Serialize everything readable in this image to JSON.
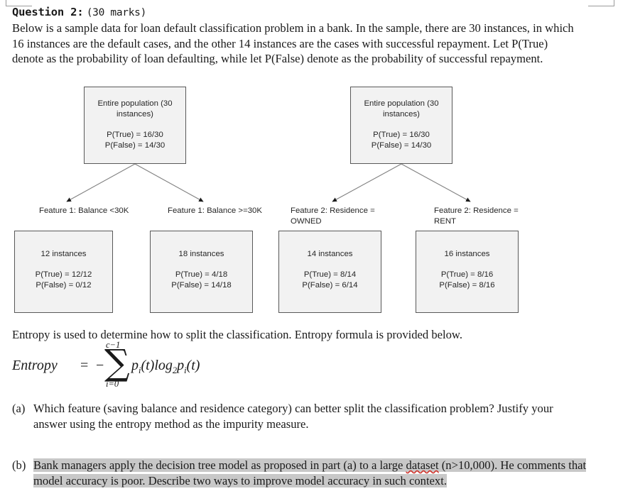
{
  "question": {
    "label": "Question 2:",
    "marks": "(30 marks)",
    "intro": "Below is a sample data for loan default classification problem in a bank. In the sample, there are 30 instances, in which 16 instances are the default cases, and the other 14 instances are the cases with successful repayment. Let P(True) denote as the probability of loan defaulting, while let P(False) denote as the probability of successful repayment."
  },
  "diagram": {
    "trees": [
      {
        "root": {
          "title": "Entire population (30 instances)",
          "p_true": "P(True) = 16/30",
          "p_false": "P(False) = 14/30"
        },
        "branches": [
          {
            "feature_label": "Feature 1: Balance <30K",
            "instances": "12 instances",
            "p_true": "P(True) = 12/12",
            "p_false": "P(False) = 0/12"
          },
          {
            "feature_label": "Feature 1: Balance >=30K",
            "instances": "18 instances",
            "p_true": "P(True) = 4/18",
            "p_false": "P(False) = 14/18"
          }
        ]
      },
      {
        "root": {
          "title": "Entire population (30 instances)",
          "p_true": "P(True) = 16/30",
          "p_false": "P(False) = 14/30"
        },
        "branches": [
          {
            "feature_label": "Feature 2: Residence = OWNED",
            "instances": "14 instances",
            "p_true": "P(True) = 8/14",
            "p_false": "P(False) = 6/14"
          },
          {
            "feature_label": "Feature 2: Residence = RENT",
            "instances": "16 instances",
            "p_true": "P(True) = 8/16",
            "p_false": "P(False) = 8/16"
          }
        ]
      }
    ]
  },
  "entropy": {
    "intro": "Entropy is used to determine how to split the classification. Entropy formula is provided below.",
    "formula": {
      "name": "Entropy",
      "equals": "=",
      "minus": "−",
      "sigma": "∑",
      "upper_limit": "c−1",
      "lower_limit": "i=0",
      "body_p": "p",
      "body": "(t)log",
      "body_tail": "(t)"
    }
  },
  "parts": [
    {
      "tag": "(a)",
      "text": "Which feature (saving balance and residence category) can better split the classification problem? Justify your answer using the entropy method as the impurity measure.",
      "highlighted": false
    },
    {
      "tag": "(b)",
      "text_1": "Bank managers apply the decision tree model as proposed in part (a) to a large ",
      "text_spell": "dataset",
      "text_2": " (n>10,000). He comments that model accuracy is poor. Describe two ways to improve model accuracy in such context.",
      "highlighted": true
    }
  ],
  "colors": {
    "box_fill": "#f2f2f2",
    "box_border": "#595959",
    "highlight": "#c8c8c8",
    "spell_underline": "#d0342c",
    "text": "#1a1a1a"
  }
}
